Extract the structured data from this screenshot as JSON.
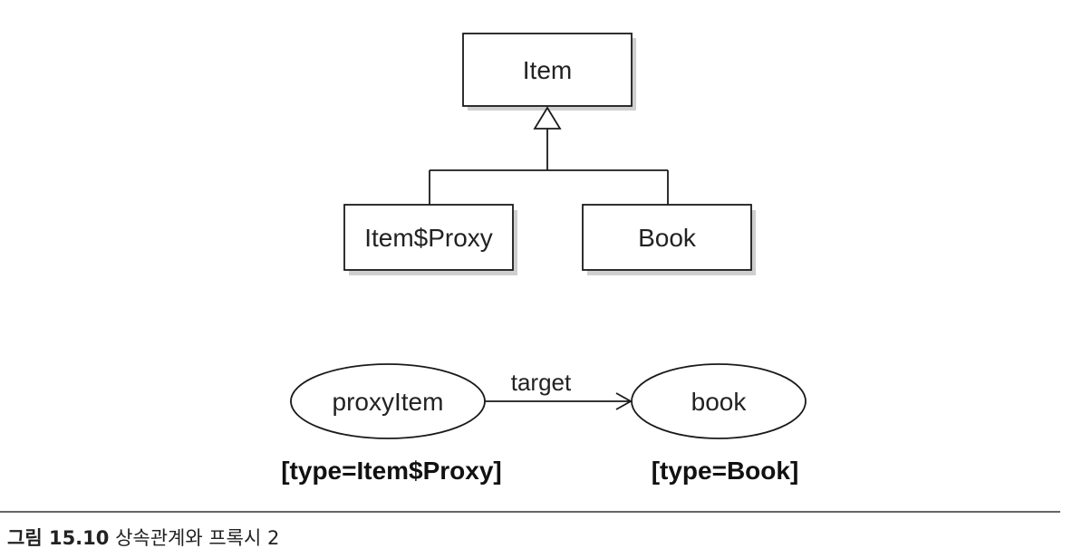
{
  "class_diagram": {
    "parent": {
      "label": "Item"
    },
    "children": [
      {
        "label": "Item$Proxy"
      },
      {
        "label": "Book"
      }
    ]
  },
  "object_diagram": {
    "nodes": [
      {
        "label": "proxyItem",
        "type_label": "[type=Item$Proxy]"
      },
      {
        "label": "book",
        "type_label": "[type=Book]"
      }
    ],
    "edge": {
      "label": "target"
    }
  },
  "caption": {
    "number": "그림 15.10",
    "title": "상속관계와 프록시 2"
  }
}
